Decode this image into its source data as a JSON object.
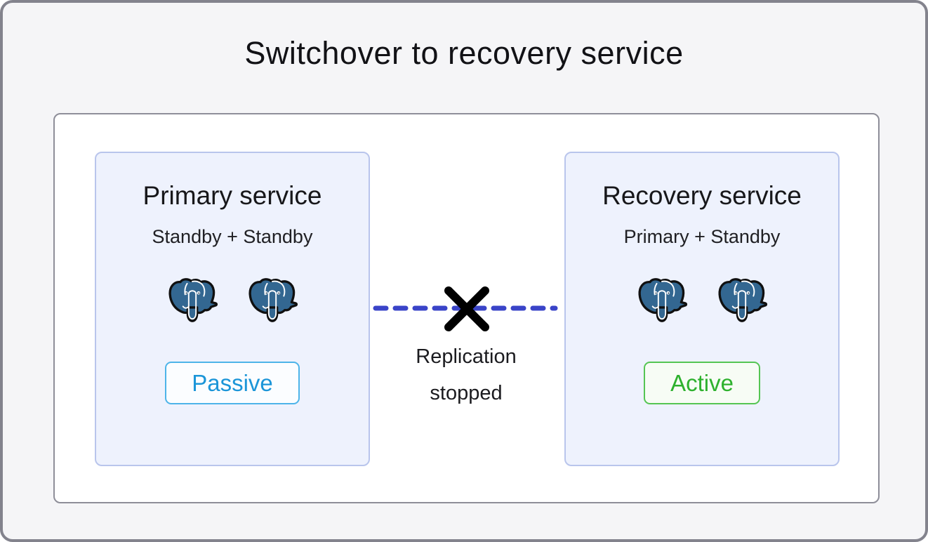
{
  "diagram": {
    "title": "Switchover to recovery service"
  },
  "services": [
    {
      "name": "Primary service",
      "topology": "Standby + Standby",
      "status": {
        "label": "Passive",
        "text_color": "#1b95d8",
        "border_color": "#4db4e9",
        "bg_color": "#fbfdff"
      },
      "node_icons": [
        "postgresql-elephant-icon",
        "postgresql-elephant-icon"
      ]
    },
    {
      "name": "Recovery service",
      "topology": "Primary + Standby",
      "status": {
        "label": "Active",
        "text_color": "#2eb12e",
        "border_color": "#55c553",
        "bg_color": "#f7fcf5"
      },
      "node_icons": [
        "postgresql-elephant-icon",
        "postgresql-elephant-icon"
      ]
    }
  ],
  "connection": {
    "state": "stopped",
    "label_line1": "Replication",
    "label_line2": "stopped",
    "line_color": "#3a44c8",
    "cross_color": "#000000"
  },
  "colors": {
    "page_bg": "#f5f5f7",
    "outer_border": "#83838d",
    "panel_bg": "#ffffff",
    "panel_border": "#8e8e99",
    "card_bg": "#eef2fd",
    "card_border": "#b9c5ec",
    "elephant_blue": "#336791",
    "title_text": "#121216"
  }
}
